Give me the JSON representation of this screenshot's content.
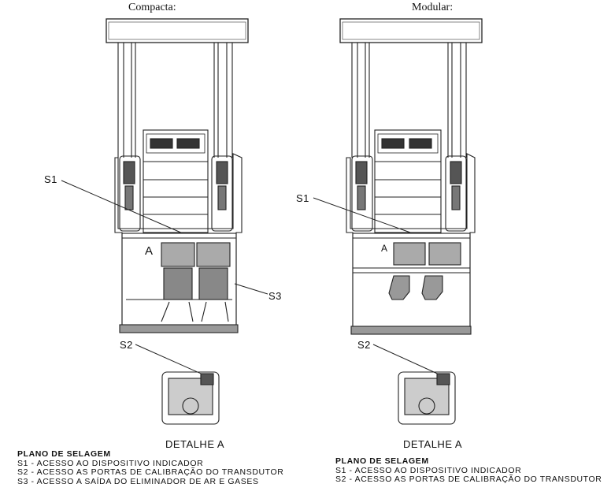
{
  "compact": {
    "caption": "Compacta:",
    "callouts": {
      "s1": "S1",
      "s2": "S2",
      "s3": "S3",
      "a": "A"
    },
    "detail_label": "DETALHE A",
    "legend": {
      "title": "PLANO DE SELAGEM",
      "items": [
        "S1 - ACESSO AO DISPOSITIVO INDICADOR",
        "S2 - ACESSO AS PORTAS DE CALIBRAÇÃO DO TRANSDUTOR",
        "S3 - ACESSO A SAÍDA DO ELIMINADOR DE AR E GASES"
      ]
    }
  },
  "modular": {
    "caption": "Modular:",
    "callouts": {
      "s1": "S1",
      "s2": "S2",
      "a": "A"
    },
    "detail_label": "DETALHE A",
    "legend": {
      "title": "PLANO DE SELAGEM",
      "items": [
        "S1 - ACESSO AO DISPOSITIVO INDICADOR",
        "S2 - ACESSO AS PORTAS DE CALIBRAÇÃO DO TRANSDUTOR"
      ]
    }
  }
}
